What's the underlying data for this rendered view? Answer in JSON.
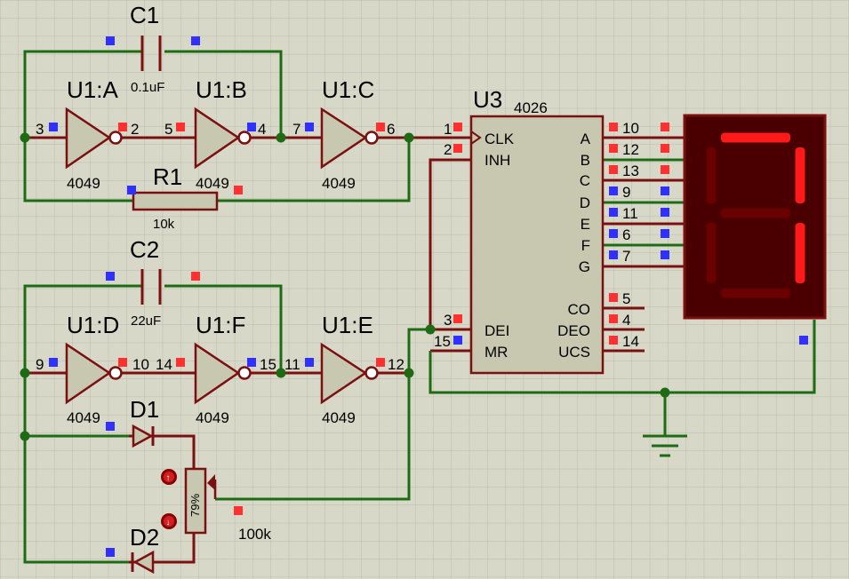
{
  "components": {
    "c1": {
      "ref": "C1",
      "value": "0.1uF"
    },
    "c2": {
      "ref": "C2",
      "value": "22uF"
    },
    "r1": {
      "ref": "R1",
      "value": "10k"
    },
    "pot": {
      "value": "100k",
      "percent": "79%"
    },
    "d1": {
      "ref": "D1"
    },
    "d2": {
      "ref": "D2"
    },
    "u1a": {
      "ref": "U1:A",
      "part": "4049",
      "pin_in": "3",
      "pin_out": "2"
    },
    "u1b": {
      "ref": "U1:B",
      "part": "4049",
      "pin_in": "5",
      "pin_out": "4"
    },
    "u1c": {
      "ref": "U1:C",
      "part": "4049",
      "pin_in": "7",
      "pin_out": "6"
    },
    "u1d": {
      "ref": "U1:D",
      "part": "4049",
      "pin_in": "9",
      "pin_out": "10"
    },
    "u1f": {
      "ref": "U1:F",
      "part": "4049",
      "pin_in": "14",
      "pin_out": "15"
    },
    "u1e": {
      "ref": "U1:E",
      "part": "4049",
      "pin_in": "11",
      "pin_out": "12"
    },
    "u3": {
      "ref": "U3",
      "part": "4026",
      "left_pins": [
        {
          "num": "1",
          "name": "CLK"
        },
        {
          "num": "2",
          "name": "INH"
        },
        {
          "num": "3",
          "name": "DEI"
        },
        {
          "num": "15",
          "name": "MR"
        }
      ],
      "right_pins": [
        {
          "num": "10",
          "name": "A"
        },
        {
          "num": "12",
          "name": "B"
        },
        {
          "num": "13",
          "name": "C"
        },
        {
          "num": "9",
          "name": "D"
        },
        {
          "num": "11",
          "name": "E"
        },
        {
          "num": "6",
          "name": "F"
        },
        {
          "num": "7",
          "name": "G"
        },
        {
          "num": "5",
          "name": "CO"
        },
        {
          "num": "4",
          "name": "DEO"
        },
        {
          "num": "14",
          "name": "UCS"
        }
      ]
    }
  },
  "display": {
    "digit": 7,
    "lit_color": "#ff1a1a",
    "unlit_color": "#6a0000",
    "body_color": "#4a0000"
  },
  "colors": {
    "wire_green": "#1e6b14",
    "wire_red": "#7a1010",
    "component": "#c8c8b0",
    "logic_high": "#ff3030",
    "logic_low": "#3030ff",
    "background": "#d8d8c8"
  }
}
